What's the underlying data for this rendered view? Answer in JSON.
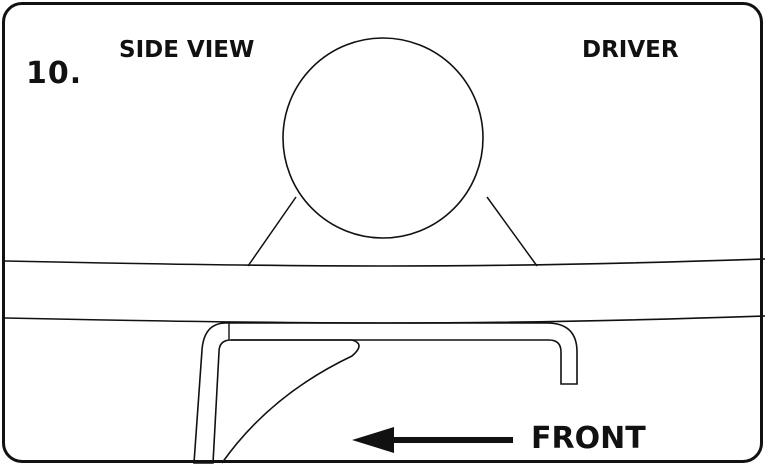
{
  "step": {
    "number": "10."
  },
  "labels": {
    "view": "SIDE VIEW",
    "side": "DRIVER",
    "direction": "FRONT"
  },
  "icons": {
    "direction_arrow": "arrow-left-icon"
  },
  "colors": {
    "stroke": "#111111",
    "background": "#ffffff"
  }
}
